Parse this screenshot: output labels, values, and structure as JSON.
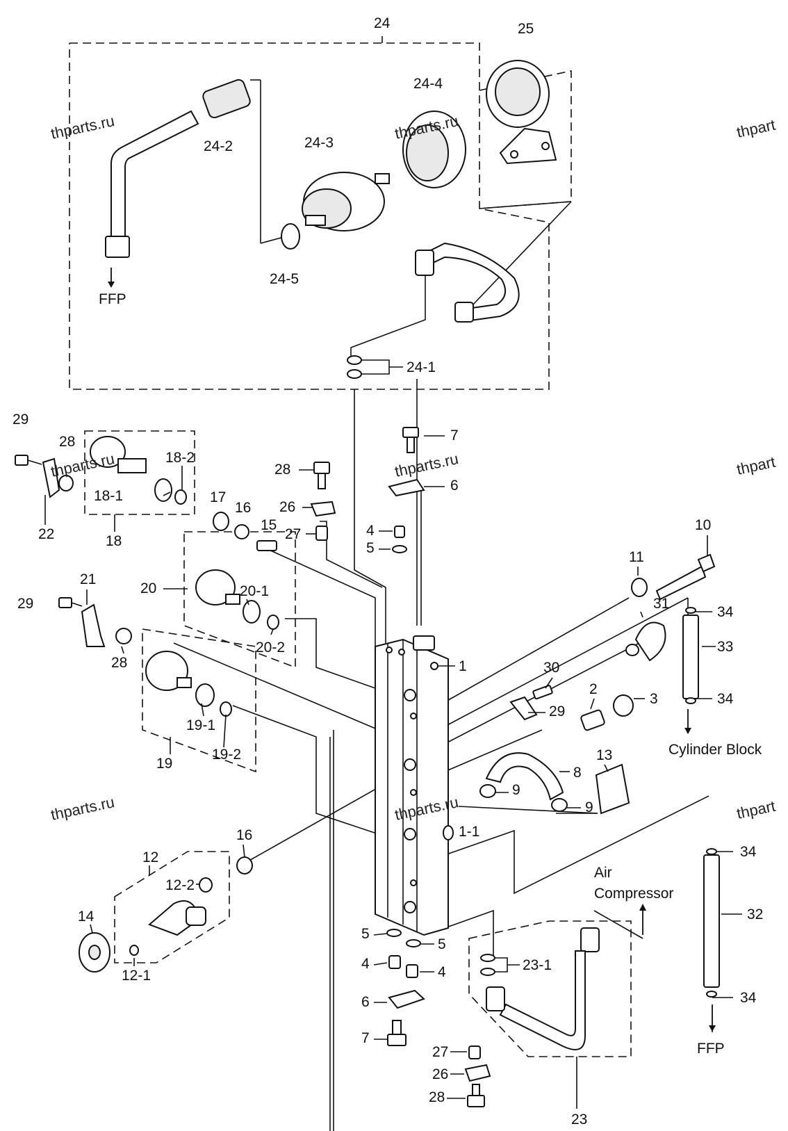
{
  "watermark": "thparts.ru",
  "watermark_edge": "thpart",
  "labels": {
    "l24": "24",
    "l25": "25",
    "l24_2": "24-2",
    "l24_3": "24-3",
    "l24_4": "24-4",
    "l24_5": "24-5",
    "l24_1": "24-1",
    "ffp_top": "FFP",
    "l29a": "29",
    "l28a": "28",
    "l22": "22",
    "l18": "18",
    "l18_1": "18-1",
    "l18_2": "18-2",
    "l28b": "28",
    "l26a": "26",
    "l17": "17",
    "l16a": "16",
    "l15": "15",
    "l27a": "27",
    "l7a": "7",
    "l6a": "6",
    "l4a": "4",
    "l5a": "5",
    "l10": "10",
    "l11": "11",
    "l20": "20",
    "l20_1": "20-1",
    "l20_2": "20-2",
    "l21": "21",
    "l29b": "29",
    "l28c": "28",
    "l34a": "34",
    "l33": "33",
    "l34b": "34",
    "l31": "31",
    "l1": "1",
    "l30": "30",
    "l2": "2",
    "l3": "3",
    "l29c": "29",
    "l19": "19",
    "l19_1": "19-1",
    "l19_2": "19-2",
    "l13": "13",
    "l8": "8",
    "l9a": "9",
    "l9b": "9",
    "l1_1": "1-1",
    "l16b": "16",
    "l12": "12",
    "l12_2": "12-2",
    "l12_1": "12-1",
    "l14": "14",
    "l34c": "34",
    "l32": "32",
    "l34d": "34",
    "l5b": "5",
    "l5c": "5",
    "l4b": "4",
    "l4c": "4",
    "l6b": "6",
    "l7b": "7",
    "l23_1": "23-1",
    "l27b": "27",
    "l26b": "26",
    "l28d": "28",
    "l23": "23"
  },
  "notes": {
    "cylinder_block": "Cylinder Block",
    "air": "Air",
    "compressor": "Compressor",
    "ffp_bottom": "FFP"
  }
}
